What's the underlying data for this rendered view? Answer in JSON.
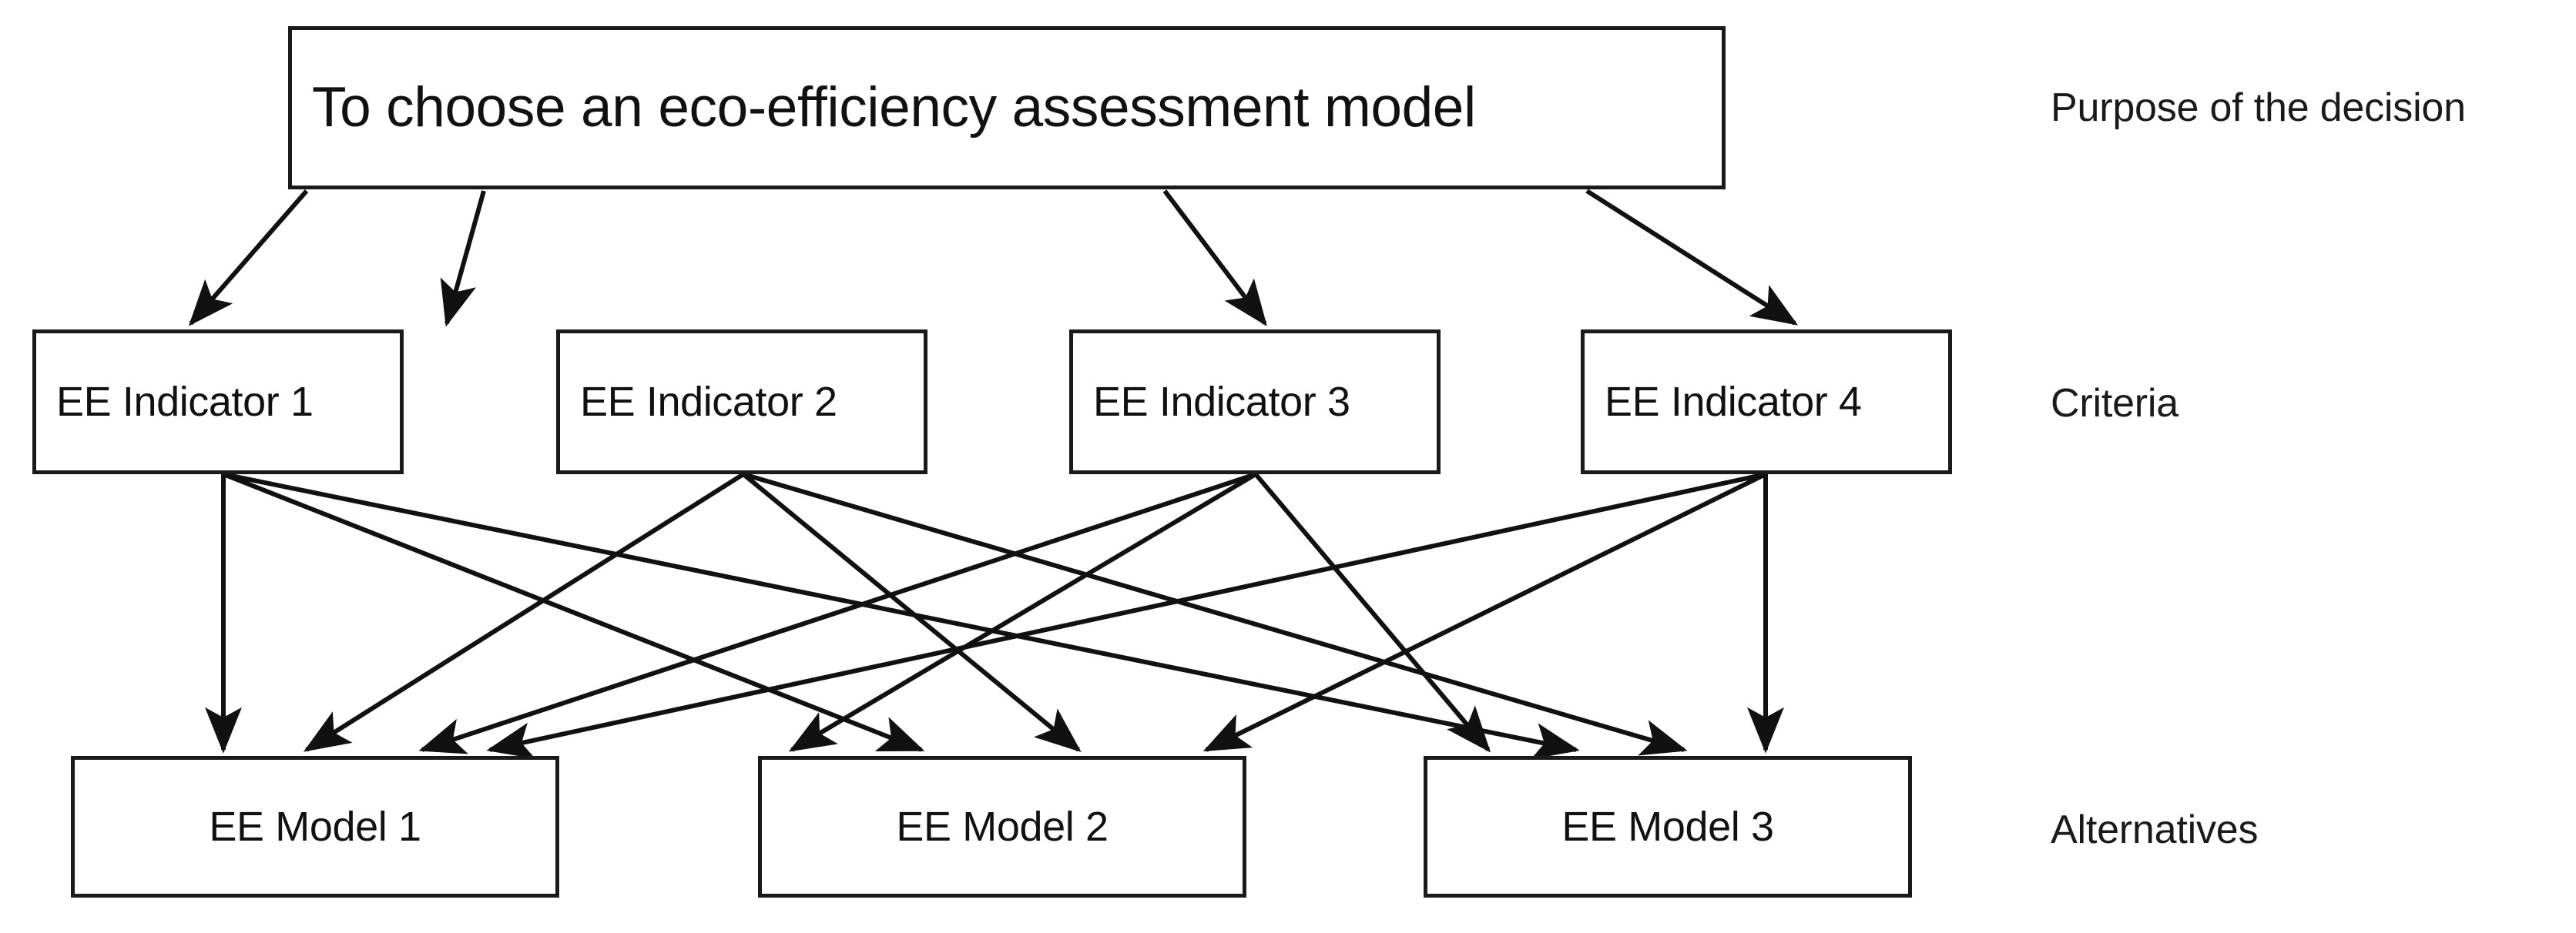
{
  "diagram": {
    "type": "ahp-hierarchy",
    "title": "Eco-efficiency assessment model selection hierarchy",
    "background_color": "#ffffff",
    "line_color": "#1a1a1a",
    "text_color": "#111111",
    "levels": [
      {
        "key": "goal",
        "tier_label": "Purpose of the decision",
        "nodes": [
          {
            "id": "goal",
            "label": "To choose an eco-efficiency assessment model"
          }
        ]
      },
      {
        "key": "criteria",
        "tier_label": "Criteria",
        "nodes": [
          {
            "id": "c1",
            "label": "EE Indicator 1"
          },
          {
            "id": "c2",
            "label": "EE Indicator 2"
          },
          {
            "id": "c3",
            "label": "EE Indicator 3"
          },
          {
            "id": "c4",
            "label": "EE Indicator 4"
          }
        ]
      },
      {
        "key": "alternatives",
        "tier_label": "Alternatives",
        "nodes": [
          {
            "id": "a1",
            "label": "EE Model 1"
          },
          {
            "id": "a2",
            "label": "EE Model 2"
          },
          {
            "id": "a3",
            "label": "EE Model 3"
          }
        ]
      }
    ],
    "edges": [
      {
        "from": "goal",
        "to": "c1"
      },
      {
        "from": "goal",
        "to": "c2"
      },
      {
        "from": "goal",
        "to": "c3"
      },
      {
        "from": "goal",
        "to": "c4"
      },
      {
        "from": "c1",
        "to": "a1"
      },
      {
        "from": "c1",
        "to": "a2"
      },
      {
        "from": "c1",
        "to": "a3"
      },
      {
        "from": "c2",
        "to": "a1"
      },
      {
        "from": "c2",
        "to": "a2"
      },
      {
        "from": "c2",
        "to": "a3"
      },
      {
        "from": "c3",
        "to": "a1"
      },
      {
        "from": "c3",
        "to": "a2"
      },
      {
        "from": "c3",
        "to": "a3"
      },
      {
        "from": "c4",
        "to": "a1"
      },
      {
        "from": "c4",
        "to": "a2"
      },
      {
        "from": "c4",
        "to": "a3"
      }
    ]
  },
  "tier_labels": {
    "purpose": "Purpose of the decision",
    "criteria": "Criteria",
    "alternatives": "Alternatives"
  },
  "goal": {
    "label": "To choose an eco-efficiency assessment model"
  },
  "criteria": {
    "items": [
      {
        "label": "EE Indicator 1"
      },
      {
        "label": "EE Indicator 2"
      },
      {
        "label": "EE Indicator 3"
      },
      {
        "label": "EE Indicator 4"
      }
    ]
  },
  "alternatives": {
    "items": [
      {
        "label": "EE Model 1"
      },
      {
        "label": "EE Model 2"
      },
      {
        "label": "EE Model 3"
      }
    ]
  }
}
